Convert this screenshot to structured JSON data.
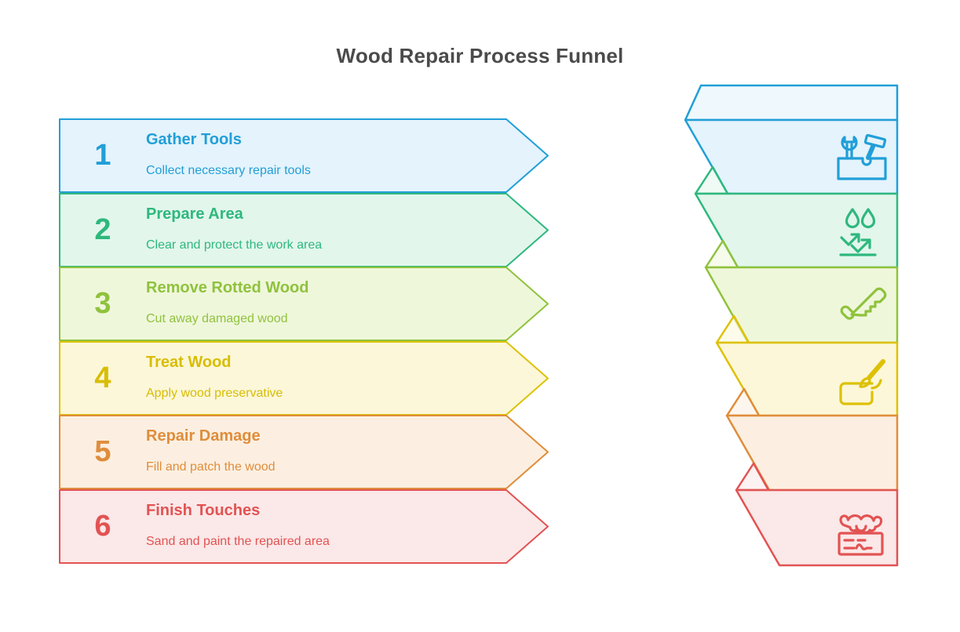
{
  "title": "Wood Repair Process Funnel",
  "title_color": "#4b4b4b",
  "background_color": "#ffffff",
  "steps": [
    {
      "number": "1",
      "label": "Gather Tools",
      "description": "Collect necessary repair tools",
      "color": "#219fd7",
      "fill": "#e4f3fc",
      "icon": "toolbox-icon"
    },
    {
      "number": "2",
      "label": "Prepare Area",
      "description": "Clear and protect the work area",
      "color": "#2eb87d",
      "fill": "#e2f6ec",
      "icon": "water-drops-icon"
    },
    {
      "number": "3",
      "label": "Remove Rotted Wood",
      "description": "Cut away damaged wood",
      "color": "#8fc23d",
      "fill": "#eff7db",
      "icon": "saw-icon"
    },
    {
      "number": "4",
      "label": "Treat Wood",
      "description": "Apply wood preservative",
      "color": "#ddc104",
      "fill": "#fcf7d8",
      "icon": "paintbrush-icon"
    },
    {
      "number": "5",
      "label": "Repair Damage",
      "description": "Fill and patch the wood",
      "color": "#df8d3b",
      "fill": "#fcefe1",
      "icon": null
    },
    {
      "number": "6",
      "label": "Finish Touches",
      "description": "Sand and paint the repaired area",
      "color": "#e25353",
      "fill": "#fbe8e8",
      "icon": "sander-icon"
    }
  ]
}
